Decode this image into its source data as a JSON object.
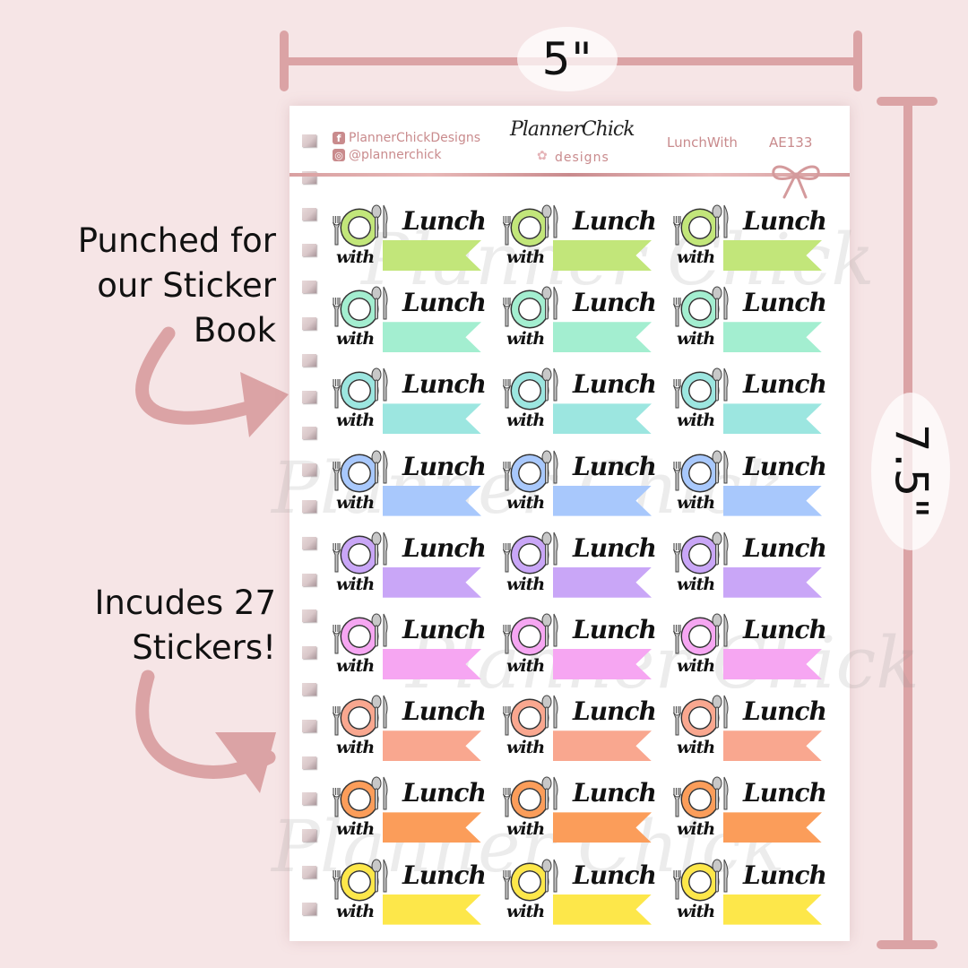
{
  "dimensions": {
    "width_label": "5\"",
    "height_label": "7.5\"",
    "bar_color": "#dba3a5"
  },
  "callouts": {
    "punched": [
      "Punched for",
      "our Sticker",
      "Book"
    ],
    "includes": [
      "Incudes 27",
      "Stickers!"
    ],
    "arrow_color": "#dba3a5"
  },
  "sheet": {
    "header": {
      "facebook": "PlannerChickDesigns",
      "instagram": "@plannerchick",
      "logo_main": "PlannerChick",
      "logo_sub": "designs",
      "product_name": "LunchWith",
      "product_code": "AE133",
      "accent_color": "#c98b8d"
    },
    "watermark": "Planner Chick",
    "sticker_text": {
      "main": "Lunch",
      "sub": "with"
    },
    "rows": [
      {
        "color": "#c2e67a"
      },
      {
        "color": "#a3eed0"
      },
      {
        "color": "#9ce6e0"
      },
      {
        "color": "#a8c8fc"
      },
      {
        "color": "#c9a6f7"
      },
      {
        "color": "#f6a6f2"
      },
      {
        "color": "#f9a78f"
      },
      {
        "color": "#fb9d5a"
      },
      {
        "color": "#fde74a"
      }
    ],
    "columns": 3,
    "sticker_count": 27,
    "punch_holes": 22
  }
}
